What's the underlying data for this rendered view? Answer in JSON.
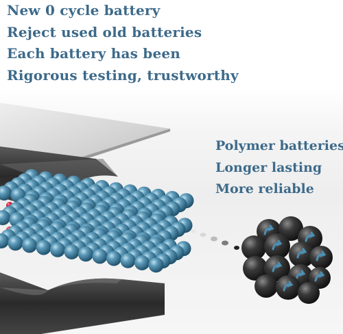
{
  "colors": {
    "text_blue": "#3d6a8a",
    "sphere_blue": "#4f8aa8",
    "sphere_red": "#c41e3a",
    "sphere_dark": "#2e2e2e",
    "sheet_gray": "#c8c8c8",
    "sheet_dark": "#333333"
  },
  "headlines": [
    "New 0 cycle battery",
    "Reject used old batteries",
    "Each battery has been",
    "Rigorous testing, trustworthy"
  ],
  "features": [
    "Polymer batteries",
    "Longer lasting",
    "More reliable"
  ],
  "illustration": {
    "icons": [
      "battery-layer-sheet-icon",
      "atom-lattice-icon",
      "molecule-cluster-icon"
    ]
  }
}
